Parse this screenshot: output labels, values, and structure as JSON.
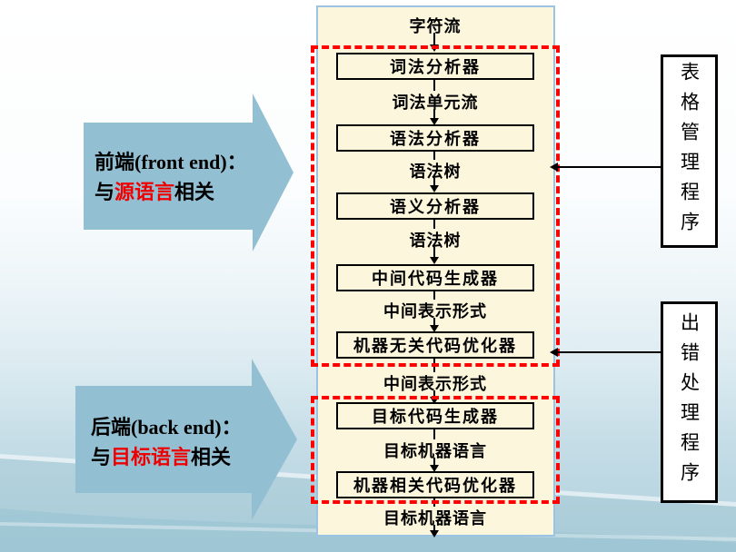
{
  "flow": {
    "stream_labels": [
      "字符流",
      "词法单元流",
      "语法树",
      "语法树",
      "中间表示形式",
      "中间表示形式",
      "目标机器语言",
      "目标机器语言"
    ],
    "boxes": [
      "词法分析器",
      "语法分析器",
      "语义分析器",
      "中间代码生成器",
      "机器无关代码优化器",
      "目标代码生成器",
      "机器相关代码优化器"
    ]
  },
  "annotations": {
    "front_end": {
      "title": "前端(front end)：",
      "prefix": "与",
      "highlight": "源语言",
      "suffix": "相关"
    },
    "back_end": {
      "title": "后端(back end)：",
      "prefix": "与",
      "highlight": "目标语言",
      "suffix": "相关"
    }
  },
  "side_boxes": {
    "table_manager": "表格管理程序",
    "error_handler": "出错处理程序"
  },
  "colors": {
    "panel_bg": "#FCF6DC",
    "panel_border": "#9CC2E5",
    "dash_red": "#FF0000",
    "callout_arrow_blue": "#93BFD2",
    "highlight_red": "#EE0000",
    "node_border": "#000000"
  }
}
